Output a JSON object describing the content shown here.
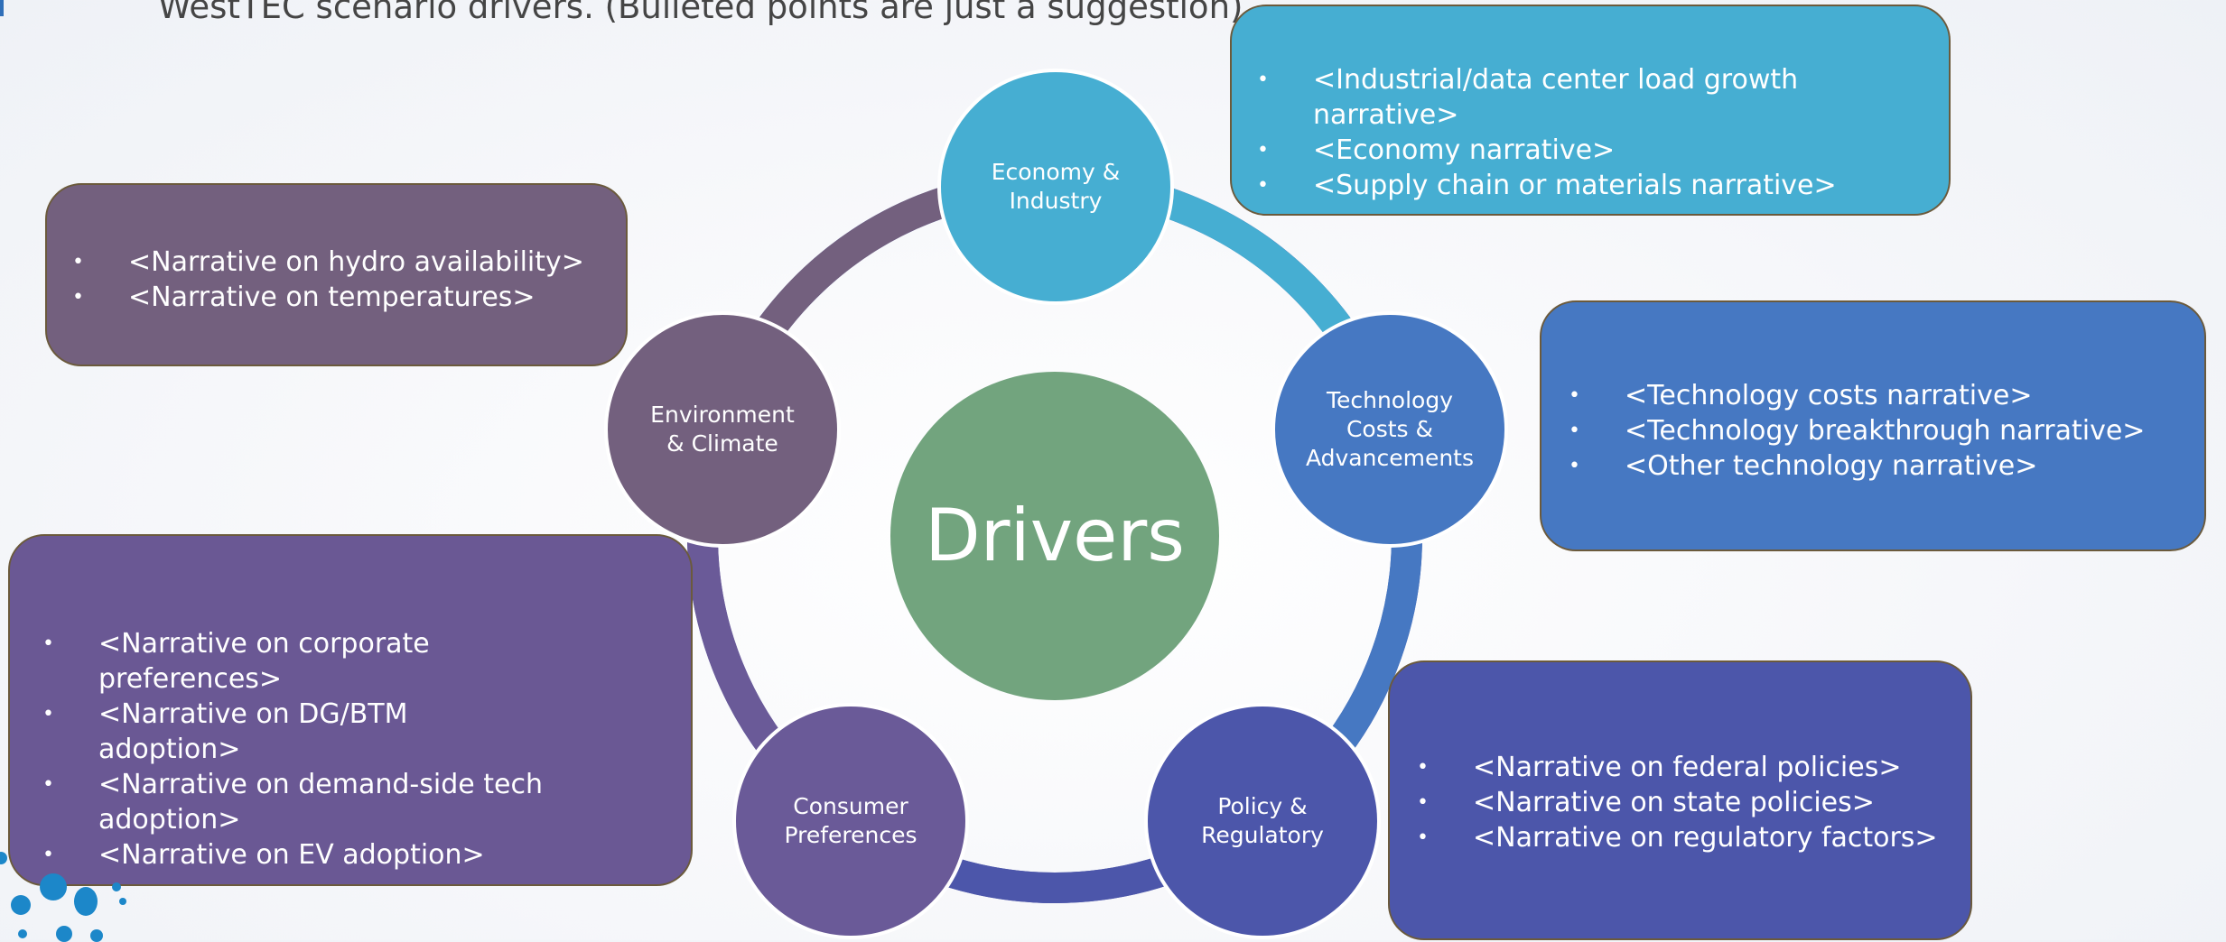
{
  "header": {
    "text": "WestTEC scenario drivers. (Bulleted points are just a suggestion)."
  },
  "center": {
    "label": "Drivers",
    "color": "#72a47e"
  },
  "nodes": {
    "economy": {
      "label": "Economy &\nIndustry",
      "color": "#46aed2"
    },
    "technology": {
      "label": "Technology\nCosts &\nAdvancements",
      "color": "#4678c2"
    },
    "policy": {
      "label": "Policy &\nRegulatory",
      "color": "#4c56aa"
    },
    "consumer": {
      "label": "Consumer\nPreferences",
      "color": "#6a5a98"
    },
    "environment": {
      "label": "Environment\n& Climate",
      "color": "#73607e"
    }
  },
  "boxes": {
    "economy": {
      "color": "#46aed2",
      "items": [
        "<Industrial/data center load growth narrative>",
        "<Economy narrative>",
        "<Supply chain or materials narrative>"
      ]
    },
    "technology": {
      "color": "#4678c2",
      "items": [
        "<Technology costs narrative>",
        "<Technology breakthrough narrative>",
        "<Other technology narrative>"
      ]
    },
    "policy": {
      "color": "#4c56aa",
      "items": [
        "<Narrative on federal policies>",
        "<Narrative on state policies>",
        "<Narrative on regulatory factors>"
      ]
    },
    "consumer": {
      "color": "#6a5894",
      "items": [
        "<Narrative on corporate preferences>",
        "<Narrative on DG/BTM adoption>",
        "<Narrative on demand-side tech adoption>",
        "<Narrative on EV adoption>"
      ]
    },
    "environment": {
      "color": "#73607e",
      "items": [
        "<Narrative on hydro availability>",
        "<Narrative on temperatures>"
      ]
    }
  },
  "bullet_glyph": "•"
}
